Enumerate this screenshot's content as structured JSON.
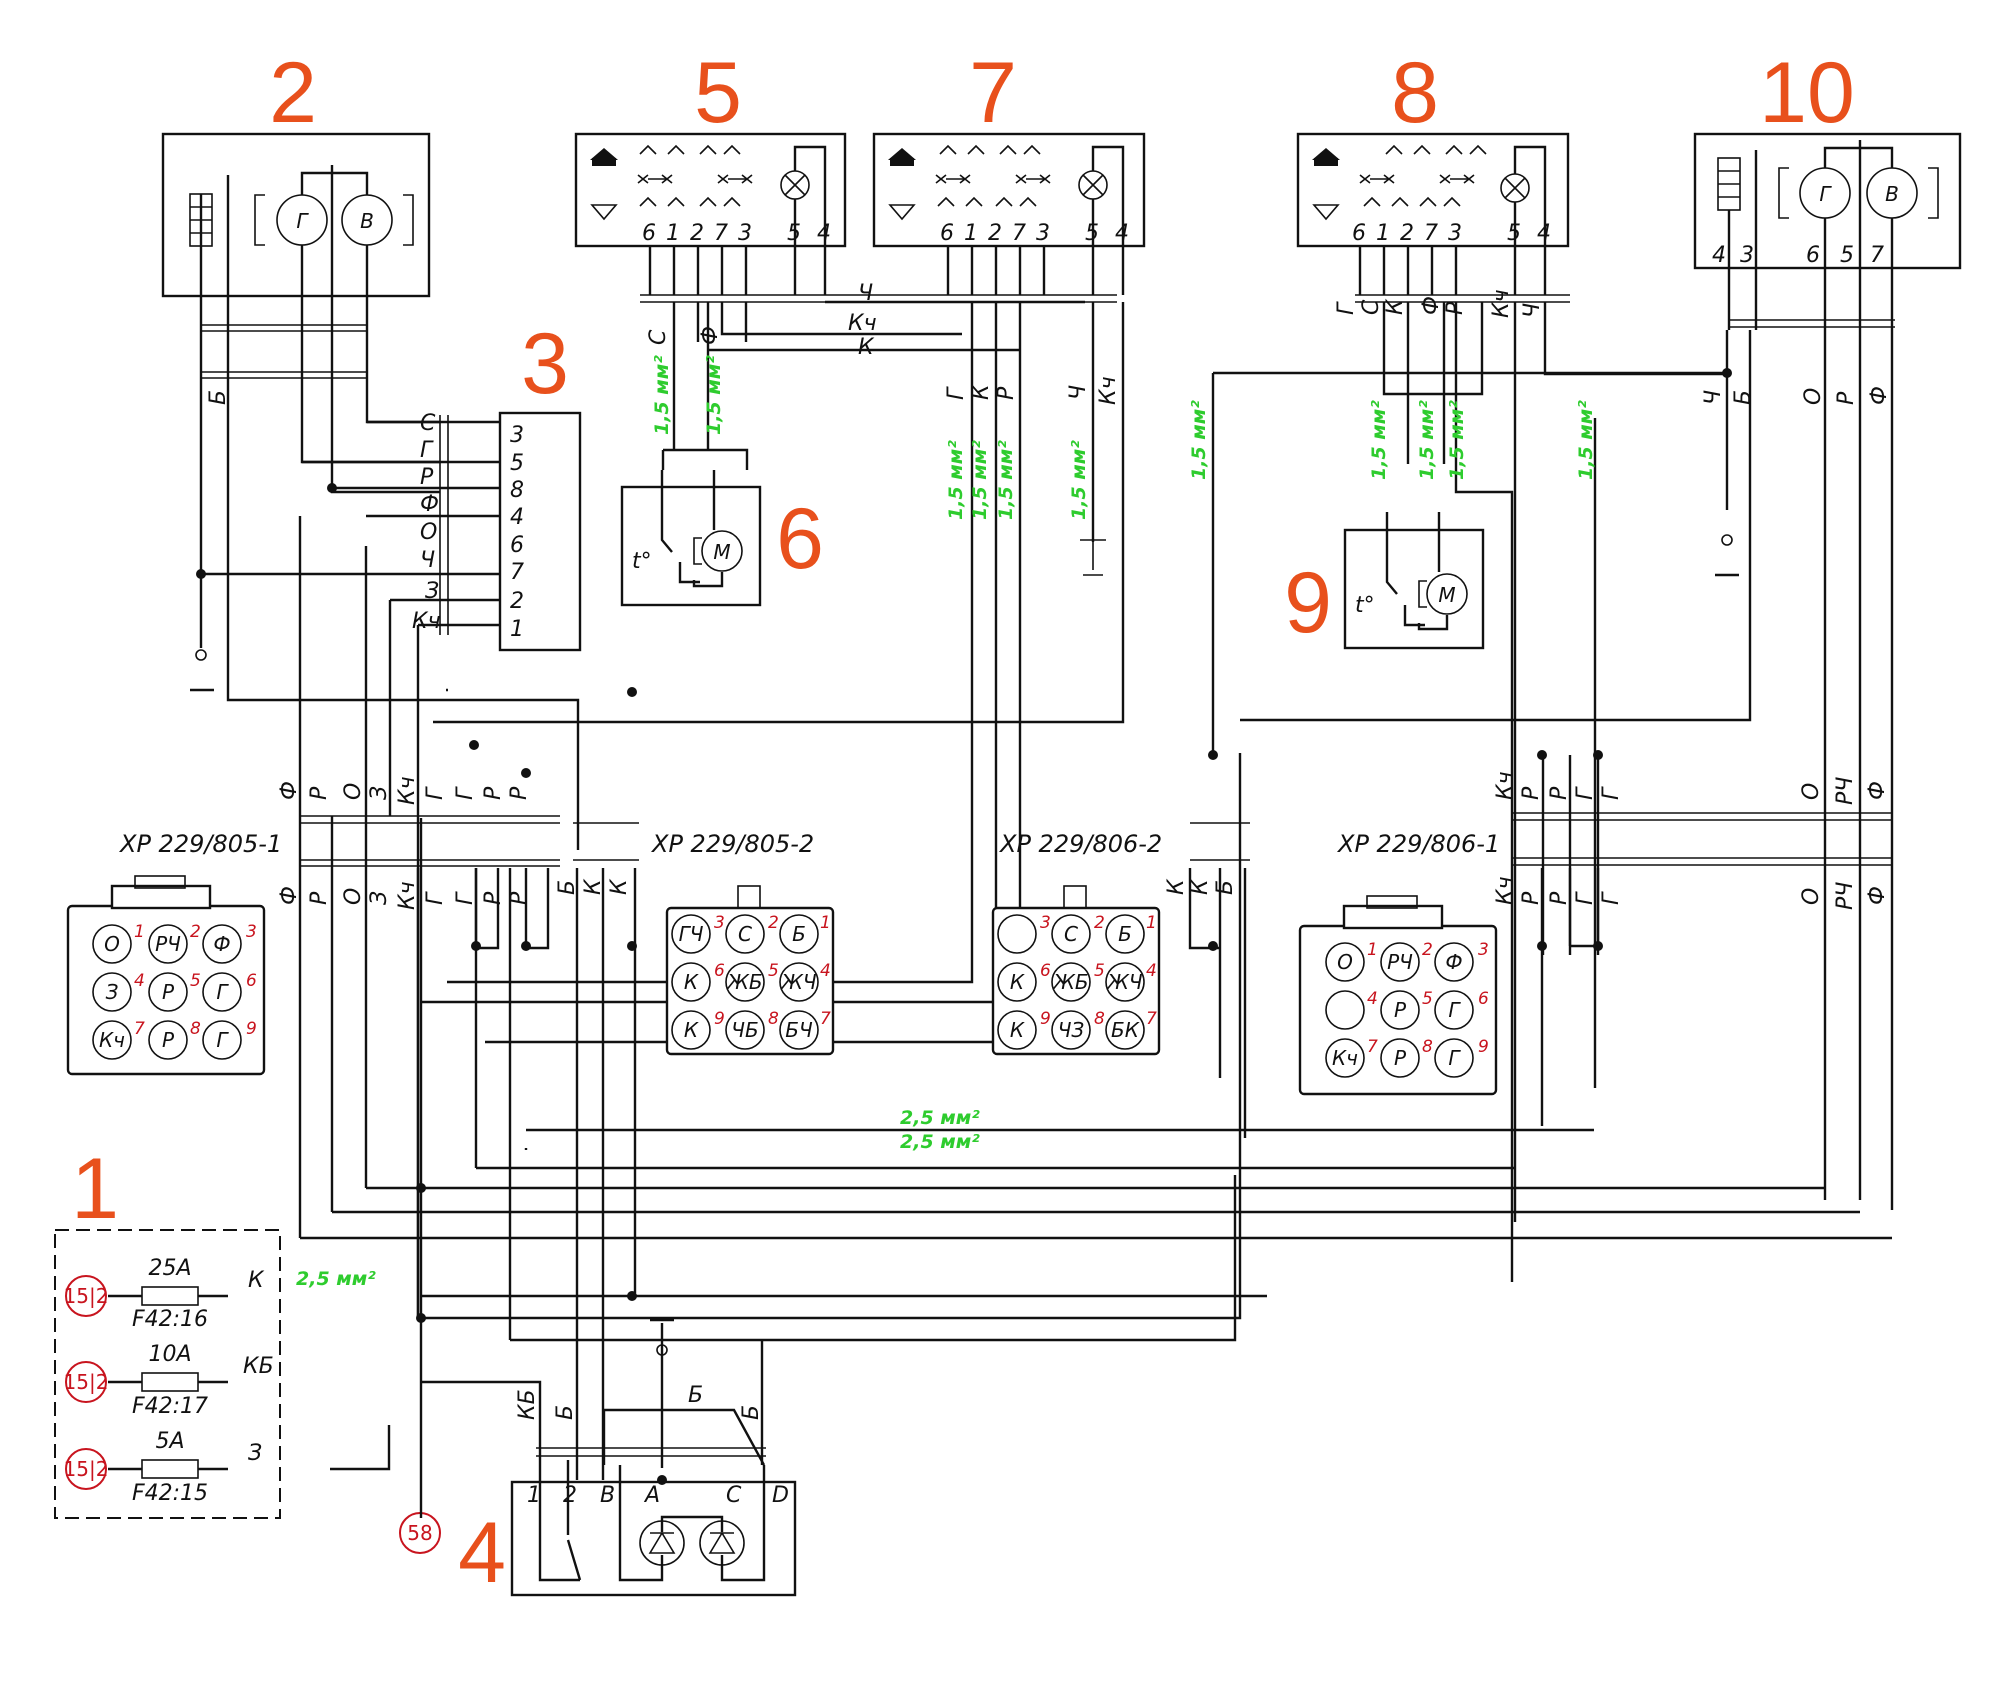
{
  "numbers": {
    "n1": "1",
    "n2": "2",
    "n3": "3",
    "n4": "4",
    "n5": "5",
    "n6": "6",
    "n7": "7",
    "n8": "8",
    "n9": "9",
    "n10": "10"
  },
  "comp2": {
    "motor_g": "Г",
    "motor_b": "В"
  },
  "comp10": {
    "motor_g": "Г",
    "motor_b": "В",
    "pins": [
      "4",
      "3",
      "6",
      "5",
      "7"
    ]
  },
  "comp6": {
    "m": "М",
    "t": "t°"
  },
  "comp9": {
    "m": "М",
    "t": "t°"
  },
  "panels": {
    "p5": [
      "6",
      "1",
      "2",
      "7",
      "3",
      "5",
      "4"
    ],
    "p7": [
      "6",
      "1",
      "2",
      "7",
      "3",
      "5",
      "4"
    ],
    "p8": [
      "6",
      "1",
      "2",
      "7",
      "3",
      "5",
      "4"
    ]
  },
  "comp3": {
    "pins": [
      "3",
      "5",
      "8",
      "4",
      "6",
      "7",
      "2",
      "1"
    ],
    "wires": [
      "С",
      "Г",
      "Р",
      "Ф",
      "О",
      "Ч",
      "З",
      "Кч"
    ]
  },
  "wires": {
    "b_left": "Б",
    "c5": "С",
    "f5": "Ф",
    "ch_top": "Ч",
    "kch_top": "Кч",
    "k_top": "К",
    "g7": "Г",
    "k7": "К",
    "r7": "Р",
    "ch7": "Ч",
    "kch7": "Кч",
    "g8": "Г",
    "c8": "С",
    "k8": "К",
    "f8": "Ф",
    "r8": "Р",
    "kch8": "Кч",
    "ch8": "Ч",
    "ch10": "Ч",
    "b10": "Б",
    "o10": "О",
    "r10": "Р",
    "f10": "Ф"
  },
  "xsec": {
    "v15": "1,5 мм²",
    "v25": "2,5 мм²"
  },
  "xp": {
    "c805_1": "ХР 229/805-1",
    "c805_2": "ХР 229/805-2",
    "c806_2": "ХР 229/806-2",
    "c806_1": "ХР 229/806-1"
  },
  "xp805_1_top": [
    "Ф",
    "Р",
    "О",
    "З",
    "Кч",
    "Г",
    "Г",
    "Р",
    "Р"
  ],
  "xp805_2_wires": [
    "Б",
    "К",
    "К"
  ],
  "xp806_2_wires": [
    "К",
    "К",
    "Б"
  ],
  "xp806_1_wires": [
    "Кч",
    "Р",
    "Р",
    "Г",
    "Г"
  ],
  "xp806_1_right": [
    "О",
    "РЧ",
    "Ф"
  ],
  "faces": {
    "f805_1": [
      "О",
      "РЧ",
      "Ф",
      "З",
      "Р",
      "Г",
      "Кч",
      "Р",
      "Г"
    ],
    "f805_2": [
      "ГЧ",
      "С",
      "Б",
      "К",
      "ЖБ",
      "ЖЧ",
      "К",
      "ЧБ",
      "БЧ"
    ],
    "f806_2": [
      "",
      "С",
      "Б",
      "К",
      "ЖБ",
      "ЖЧ",
      "К",
      "ЧЗ",
      "БК"
    ],
    "f806_1": [
      "О",
      "РЧ",
      "Ф",
      "",
      "Р",
      "Г",
      "Кч",
      "Р",
      "Г"
    ],
    "nums": [
      "1",
      "2",
      "3",
      "4",
      "5",
      "6",
      "7",
      "8",
      "9"
    ],
    "nums805_2": [
      "3",
      "2",
      "1",
      "6",
      "5",
      "4",
      "9",
      "8",
      "7"
    ]
  },
  "fuses": {
    "terminal": "15|2",
    "items": [
      {
        "rating": "25А",
        "id": "F42:16",
        "wire": "К"
      },
      {
        "rating": "10А",
        "id": "F42:17",
        "wire": "КБ"
      },
      {
        "rating": "5А",
        "id": "F42:15",
        "wire": "З"
      }
    ]
  },
  "switch": {
    "terminal58": "58",
    "pins": [
      "1",
      "2",
      "В",
      "А",
      "С",
      "D"
    ],
    "wires": {
      "kb": "КБ",
      "b": "Б"
    }
  }
}
